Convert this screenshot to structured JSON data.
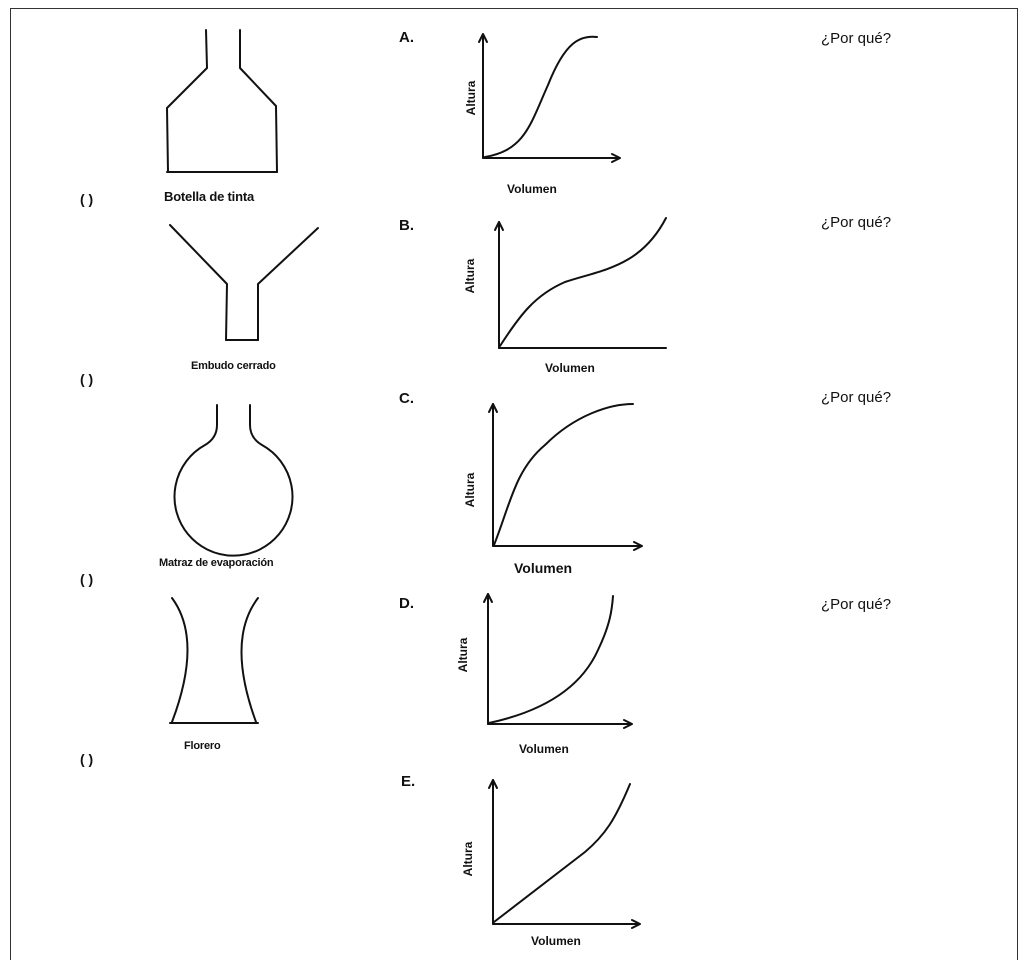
{
  "vessels": [
    {
      "label": "Botella de tinta",
      "paren": "(   )"
    },
    {
      "label": "Embudo cerrado",
      "paren": "(   )"
    },
    {
      "label": "Matraz de evaporación",
      "paren": "(   )"
    },
    {
      "label": "Florero",
      "paren": "(   )"
    }
  ],
  "options": [
    {
      "letter": "A.",
      "why": "¿Por qué?"
    },
    {
      "letter": "B.",
      "why": "¿Por qué?"
    },
    {
      "letter": "C.",
      "why": "¿Por qué?"
    },
    {
      "letter": "D.",
      "why": "¿Por qué?"
    },
    {
      "letter": "E.",
      "why": ""
    }
  ],
  "chart_data": [
    {
      "type": "line",
      "title": "A.",
      "xlabel": "Volumen",
      "ylabel": "Altura",
      "shape": "s-curve: slow, steep, then flat"
    },
    {
      "type": "line",
      "title": "B.",
      "xlabel": "Volumen",
      "ylabel": "Altura",
      "shape": "rise, gentle middle, steep end"
    },
    {
      "type": "line",
      "title": "C.",
      "xlabel": "Volumen",
      "ylabel": "Altura",
      "shape": "steep then leveling (concave)"
    },
    {
      "type": "line",
      "title": "D.",
      "xlabel": "Volumen",
      "ylabel": "Altura",
      "shape": "slow then steep (convex)"
    },
    {
      "type": "line",
      "title": "E.",
      "xlabel": "Volumen",
      "ylabel": "Altura",
      "shape": "linear then steep at end"
    }
  ]
}
